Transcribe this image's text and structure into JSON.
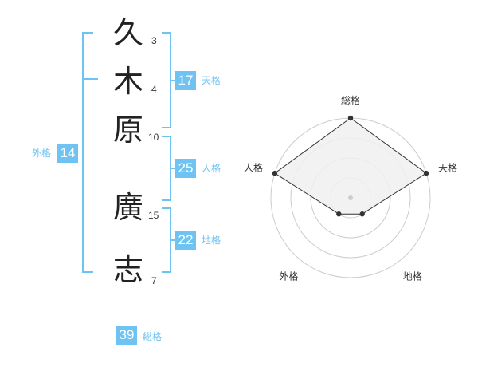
{
  "name": {
    "chars": [
      {
        "char": "久",
        "strokes": "3"
      },
      {
        "char": "木",
        "strokes": "4"
      },
      {
        "char": "原",
        "strokes": "10"
      },
      {
        "char": "廣",
        "strokes": "15"
      },
      {
        "char": "志",
        "strokes": "7"
      }
    ]
  },
  "kakusu": {
    "tenkaku": {
      "value": "17",
      "label": "天格"
    },
    "jinkaku": {
      "value": "25",
      "label": "人格"
    },
    "chikaku": {
      "value": "22",
      "label": "地格"
    },
    "gaikaku": {
      "value": "14",
      "label": "外格"
    },
    "soukaku": {
      "value": "39",
      "label": "総格"
    }
  },
  "colors": {
    "accent": "#6ec3f2",
    "text": "#222222",
    "radar_fill": "#f0f0f0",
    "radar_line": "#333333"
  },
  "chart_data": {
    "type": "radar",
    "axes": [
      "総格",
      "天格",
      "地格",
      "外格",
      "人格"
    ],
    "values": [
      4,
      4,
      1,
      1,
      4
    ],
    "max": 4,
    "rings": 4
  }
}
